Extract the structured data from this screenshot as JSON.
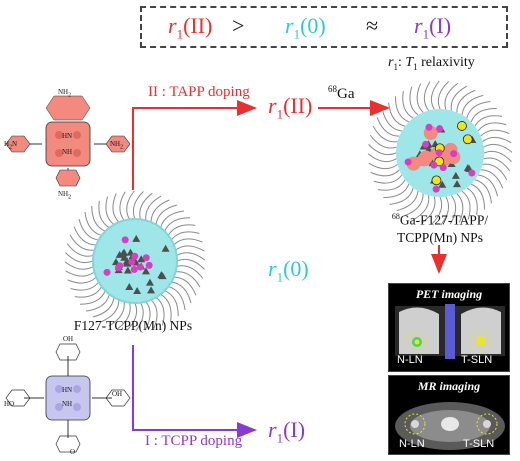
{
  "comparison": {
    "r": "r",
    "s_II": "1",
    "t_II": "(II)",
    "gt": ">",
    "s_0": "1",
    "t_0": "(0)",
    "approx": "≈",
    "s_I": "1",
    "t_I": "(I)"
  },
  "relaxivity_note": {
    "r": "r",
    "sub": "1",
    "colon": ": ",
    "T": "T",
    "Tsub": "1",
    "text": " relaxivity"
  },
  "tapp_label": "II : TAPP doping",
  "tcpp_label": "I : TCPP doping",
  "ga_label_sup": "68",
  "ga_label": "Ga",
  "rel_II": {
    "r": "r",
    "sub": "1",
    "tag": "(II)"
  },
  "rel_0": {
    "r": "r",
    "sub": "1",
    "tag": "(0)"
  },
  "rel_I": {
    "r": "r",
    "sub": "1",
    "tag": "(I)"
  },
  "np_left_caption": "F127-TCPP(Mn) NPs",
  "np_right_caption_sup": "68",
  "np_right_caption_l1": "Ga-F127-TAPP/",
  "np_right_caption_l2": "TCPP(Mn) NPs",
  "pet_title": "PET imaging",
  "mr_title": "MR imaging",
  "pet_nln": "N-LN",
  "pet_tsln": "T-SLN",
  "mr_nln": "N-LN",
  "mr_tsln": "T-SLN",
  "tapp_atoms": {
    "nh2": "NH",
    "n2": "2",
    "hn": "HN",
    "nh": "NH",
    "h2n": "H",
    "h2n_sub": "2",
    "h2n_n": "N"
  },
  "tcpp_atoms": {
    "hn": "HN",
    "nh": "NH",
    "ho": "HO",
    "oh": "OH",
    "o": "O"
  },
  "colors": {
    "red": "#e8302e",
    "cyan": "#2fc9cf",
    "purple": "#8a3ad1",
    "porph_tapp": "#f28a7f",
    "porph_tcpp": "#c7c6ee"
  }
}
